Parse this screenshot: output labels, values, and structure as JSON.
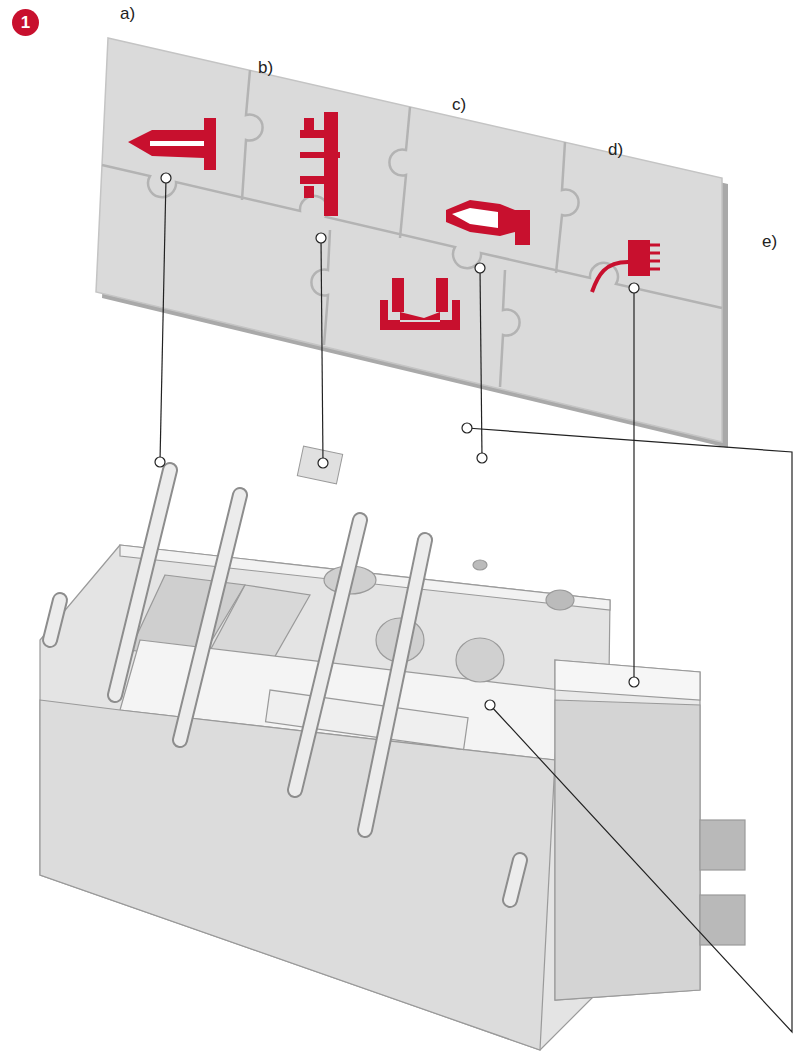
{
  "diagram": {
    "nodes": [
      {
        "text": [
          "1"
        ]
      }
    ],
    "labels": [
      "a)",
      "b)",
      "c)",
      "d)",
      "e)"
    ]
  }
}
